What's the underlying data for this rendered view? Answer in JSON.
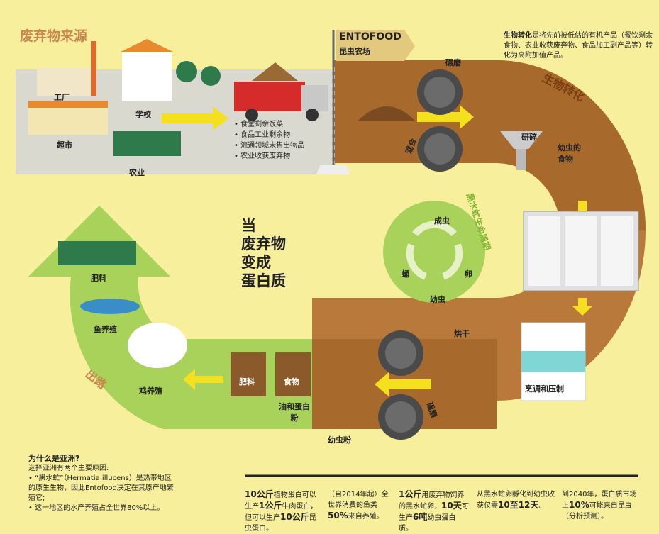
{
  "sources": {
    "title": "废弃物来源",
    "factory": "工厂",
    "school": "学校",
    "supermarket": "超市",
    "agriculture": "农业",
    "list": [
      "食堂剩余饭菜",
      "食品工业剩余物",
      "流通领域未售出物品",
      "农业收获废弃物"
    ]
  },
  "farm": {
    "brand": "ENTOFOOD",
    "name": "昆虫农场"
  },
  "bioconversion": {
    "label": "生物转化",
    "desc_bold": "生物转化",
    "desc": "是将先前被低估的有机产品（餐饮剩余食物、农业收获废弃物、食品加工副产品等）转化为高附加值产品。"
  },
  "process": {
    "grind_top": "碾磨",
    "mix": "混合",
    "crush": "研碎",
    "larva_food": "幼虫的食物",
    "dry": "烘干",
    "cook_press": "烹调和压制",
    "grind_bottom": "碾磨",
    "larva_powder": "幼虫粉",
    "oil_protein": "油和蛋白粉"
  },
  "lifecycle": {
    "label": "黑水虻生命周期",
    "adult": "成虫",
    "egg": "卵",
    "larva": "幼虫",
    "pupa": "蛹"
  },
  "headline": [
    "当",
    "废弃物",
    "变成",
    "蛋白质"
  ],
  "outlets": {
    "label": "出路",
    "fertilizer": "肥料",
    "fish": "鱼养殖",
    "chicken": "鸡养殖",
    "bag_fertilizer": "肥料",
    "bag_food": "食物"
  },
  "why_asia": {
    "title": "为什么是亚洲?",
    "intro": "选择亚洲有两个主要原因:",
    "p1": "• “黑水虻”（Hermatia illucens）是热带地区的原生生物，因此Entofood决定在其原产地繁殖它;",
    "p2": "• 这一地区的水产养殖占全世界80%以上。"
  },
  "stats": [
    {
      "a": "10公斤",
      "b": "植物蛋白可以生产",
      "c": "1公斤",
      "d": "牛肉蛋白，但可以生产",
      "e": "10公斤",
      "f": "昆虫蛋白。"
    },
    {
      "a": "（自2014年起）全世界消费的鱼类",
      "b": "50%",
      "c": "来自养殖。"
    },
    {
      "a": "1公斤",
      "b": "用废弃物饲养的黑水虻卵，",
      "c": "10天",
      "d": "可生产",
      "e": "6吨",
      "f": "幼虫蛋白质。"
    },
    {
      "a": "从黑水虻卵孵化到幼虫收获仅需",
      "b": "10至12天",
      "c": "。"
    },
    {
      "a": "到2040年，蛋白质市场上",
      "b": "10%",
      "c": "可能来自昆虫（分析预测）。"
    }
  ],
  "colors": {
    "background": "#f7ef9c",
    "brown": "#a8692c",
    "light_brown": "#c8874f",
    "green": "#a8d25a",
    "gray": "#d9d9cf"
  }
}
